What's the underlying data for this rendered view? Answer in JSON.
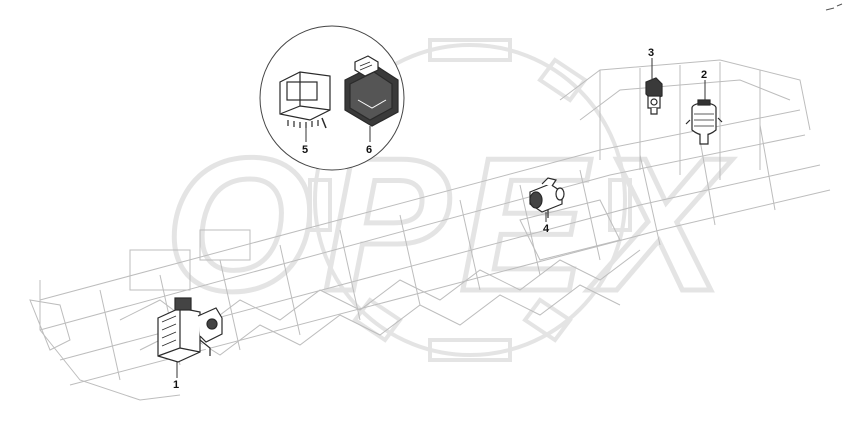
{
  "watermark": {
    "text": "OPEX",
    "color": "#d9d9d9"
  },
  "callouts": [
    {
      "id": "1",
      "label": "1"
    },
    {
      "id": "2",
      "label": "2"
    },
    {
      "id": "3",
      "label": "3"
    },
    {
      "id": "4",
      "label": "4"
    },
    {
      "id": "5",
      "label": "5"
    },
    {
      "id": "6",
      "label": "6"
    }
  ],
  "colors": {
    "frame_line": "#bdbdbd",
    "part_line": "#2a2a2a",
    "leader": "#333333",
    "background": "#ffffff"
  }
}
